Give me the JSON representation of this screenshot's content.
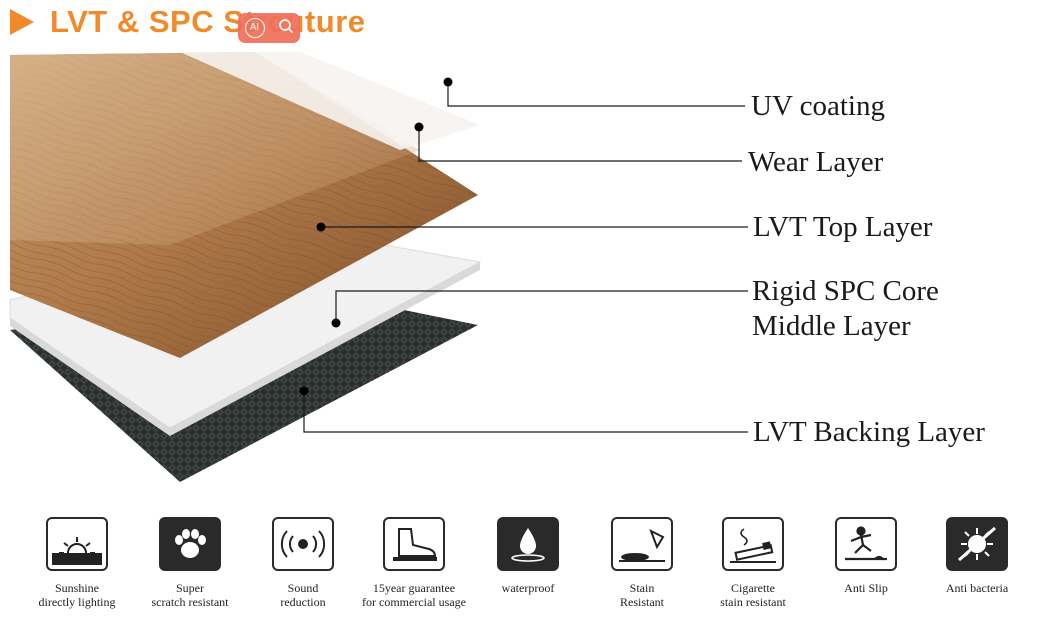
{
  "header": {
    "title": "LVT & SPC Strcuture",
    "ai_badge_label": "AI"
  },
  "layers": [
    {
      "id": "uv",
      "lines": [
        "UV coating"
      ]
    },
    {
      "id": "wear",
      "lines": [
        "Wear Layer"
      ]
    },
    {
      "id": "top",
      "lines": [
        "LVT Top Layer"
      ]
    },
    {
      "id": "core",
      "lines": [
        "Rigid SPC Core",
        "Middle Layer"
      ]
    },
    {
      "id": "backing",
      "lines": [
        "LVT Backing Layer"
      ]
    }
  ],
  "features": [
    {
      "icon": "sunshine-icon",
      "lines": [
        "Sunshine",
        "directly lighting"
      ]
    },
    {
      "icon": "paw-icon",
      "lines": [
        "Super",
        "scratch resistant"
      ]
    },
    {
      "icon": "sound-wave-icon",
      "lines": [
        "Sound",
        "reduction"
      ]
    },
    {
      "icon": "shoe-icon",
      "lines": [
        "15year guarantee",
        "for commercial usage"
      ]
    },
    {
      "icon": "water-drop-icon",
      "lines": [
        "waterproof"
      ]
    },
    {
      "icon": "wine-glass-icon",
      "lines": [
        "Stain",
        "Resistant"
      ]
    },
    {
      "icon": "cigarette-icon",
      "lines": [
        "Cigarette",
        "stain resistant"
      ]
    },
    {
      "icon": "anti-slip-icon",
      "lines": [
        "Anti Slip"
      ]
    },
    {
      "icon": "anti-bacteria-icon",
      "lines": [
        "Anti bacteria"
      ]
    }
  ],
  "colors": {
    "accent": "#f08a2a",
    "badge": "#ef6f5a",
    "text": "#1a1a1a",
    "icon_dark": "#2a2a2a"
  }
}
